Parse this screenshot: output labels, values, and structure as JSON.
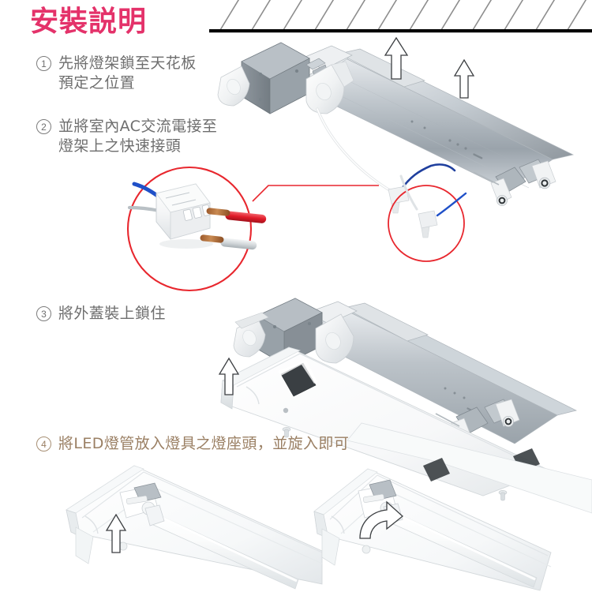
{
  "document": {
    "title": "安裝説明",
    "title_color": "#e4326a",
    "background_color": "#ffffff",
    "body_text_color": "#6e6e6e",
    "step4_text_color": "#9a7f63",
    "callout_color": "#e8272e"
  },
  "steps": [
    {
      "number": "1",
      "text": "先將燈架鎖至天花板\n預定之位置"
    },
    {
      "number": "2",
      "text": "並將室內AC交流電接至\n燈架上之快速接頭"
    },
    {
      "number": "3",
      "text": "將外蓋裝上鎖住"
    },
    {
      "number": "4",
      "text": "將LED燈管放入燈具之燈座頭，並旋入即可"
    }
  ],
  "illustrations": {
    "ceiling": {
      "name": "ceiling-hatch",
      "line_color": "#000000",
      "hatch_color": "#8d8d8d"
    },
    "top_assembly": {
      "name": "bracket-to-ceiling",
      "arrows": [
        "up-arrow-large",
        "up-arrow-small"
      ],
      "wire_colors": [
        "#ffffff",
        "#2244aa"
      ]
    },
    "connector_detail": {
      "name": "quick-connector-magnified",
      "circle_color": "#e8272e",
      "wires": [
        "blue",
        "gray",
        "red",
        "white"
      ],
      "copper_color": "#b06b35"
    },
    "step3_assembly": {
      "name": "cover-attach",
      "arrows": [
        "up-arrow"
      ],
      "screws": 2
    },
    "step4_left": {
      "name": "tube-insert",
      "arrows": [
        "up-arrow"
      ]
    },
    "step4_right": {
      "name": "tube-rotate",
      "arrows": [
        "rotate-arrow"
      ]
    }
  }
}
